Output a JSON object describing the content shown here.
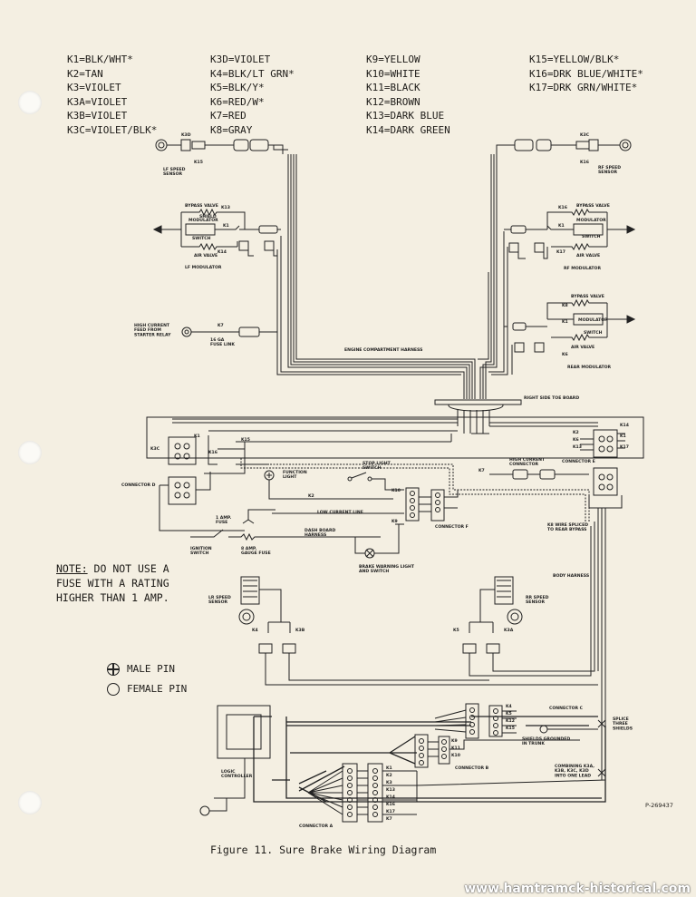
{
  "legend": {
    "col1": [
      "K1=BLK/WHT*",
      "K2=TAN",
      "K3=VIOLET",
      "K3A=VIOLET",
      "K3B=VIOLET",
      "K3C=VIOLET/BLK*"
    ],
    "col2": [
      "K3D=VIOLET",
      "K4=BLK/LT GRN*",
      "K5=BLK/Y*",
      "K6=RED/W*",
      "K7=RED",
      "K8=GRAY"
    ],
    "col3": [
      "K9=YELLOW",
      "K10=WHITE",
      "K11=BLACK",
      "K12=BROWN",
      "K13=DARK BLUE",
      "K14=DARK GREEN"
    ],
    "col4": [
      "K15=YELLOW/BLK*",
      "K16=DRK BLUE/WHITE*",
      "K17=DRK GRN/WHITE*"
    ]
  },
  "labels": {
    "k3d": "K3D",
    "k3c": "K3C",
    "k15": "K15",
    "k16": "K16",
    "lf_speed_sensor": "LF SPEED\nSENSOR",
    "rf_speed_sensor": "RF SPEED\nSENSOR",
    "bypass_valve": "BYPASS VALVE",
    "modulator": "MODULATOR",
    "shield": "SHIELD",
    "switch": "SWITCH",
    "air_valve": "AIR VALVE",
    "k13": "K13",
    "k1": "K1",
    "k14": "K14",
    "k17": "K17",
    "k8": "K8",
    "k7": "K7",
    "lf_modulator": "LF MODULATOR",
    "rf_modulator": "RF MODULATOR",
    "rear_modulator": "REAR MODULATOR",
    "high_current_feed": "HIGH CURRENT\nFEED FROM\nSTARTER RELAY",
    "fuse_link": "16 GA\nFUSE LINK",
    "engine_harness": "ENGINE COMPARTMENT HARNESS",
    "right_side_toe_board": "RIGHT SIDE TOE BOARD",
    "connector_d": "CONNECTOR D",
    "connector_e": "CONNECTOR E",
    "connector_f": "CONNECTOR F",
    "function_light": "FUNCTION\nLIGHT",
    "stop_light_switch": "STOP LIGHT\nSWITCH",
    "k10": "K10",
    "k9": "K9",
    "k2": "K2",
    "k6": "K6",
    "k11": "K11",
    "k12": "K12",
    "low_current_line": "LOW CURRENT LINE",
    "high_current_connector": "HIGH CURRENT\nCONNECTOR",
    "k8_wire_spliced": "K8 WIRE SPLICED\nTO REAR BYPASS",
    "one_amp_fuse": "1 AMP.\nFUSE",
    "dash_board_harness": "DASH BOARD\nHARNESS",
    "ignition_switch": "IGNITION\nSWITCH",
    "gauge_fuse": "8 AMP.\nGAUGE FUSE",
    "brake_warning": "BRAKE WARNING LIGHT\nAND SWITCH",
    "body_harness": "BODY HARNESS",
    "lr_speed_sensor": "LR SPEED\nSENSOR",
    "rr_speed_sensor": "RR SPEED\nSENSOR",
    "k4": "K4",
    "k3b": "K3B",
    "k3a": "K3A",
    "k5": "K5",
    "connector_c": "CONNECTOR C",
    "connector_b": "CONNECTOR B",
    "connector_a": "CONNECTOR A",
    "splice_three_shields": "SPLICE\nTHREE\nSHIELDS",
    "shields_grounded": "SHIELDS GROUNDED\nIN TRUNK",
    "combining": "COMBINING K3A,\nK3B, K3C, K3D\nINTO ONE LEAD",
    "logic_controller": "LOGIC\nCONTROLLER",
    "k3": "K3"
  },
  "note": {
    "prefix": "NOTE:",
    "line1_rest": " DO NOT USE A",
    "line2": "FUSE WITH A RATING",
    "line3": "HIGHER THAN 1 AMP."
  },
  "pin_key": {
    "male": "MALE PIN",
    "female": "FEMALE PIN"
  },
  "caption": "Figure 11.   Sure Brake Wiring Diagram",
  "stamp": "P-269437",
  "watermark": "www.hamtramck-historical.com"
}
